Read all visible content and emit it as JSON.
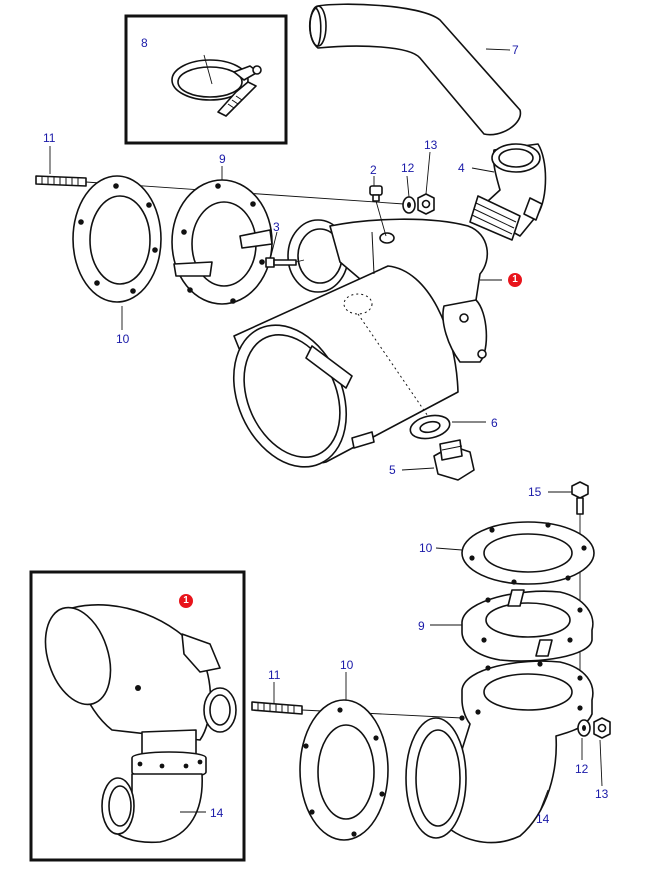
{
  "callouts": {
    "c8": "8",
    "c7": "7",
    "c11a": "11",
    "c9a": "9",
    "c2": "2",
    "c12a": "12",
    "c13a": "13",
    "c4": "4",
    "c3": "3",
    "c1a": "1",
    "c10a": "10",
    "c6": "6",
    "c5": "5",
    "c15": "15",
    "c10b": "10",
    "c9b": "9",
    "c1b": "1",
    "c11b": "11",
    "c10c": "10",
    "c14a": "14",
    "c12b": "12",
    "c13b": "13",
    "c14b": "14"
  },
  "colors": {
    "callout_text": "#1a1aa8",
    "badge": "#e8141b",
    "line": "#111111"
  }
}
